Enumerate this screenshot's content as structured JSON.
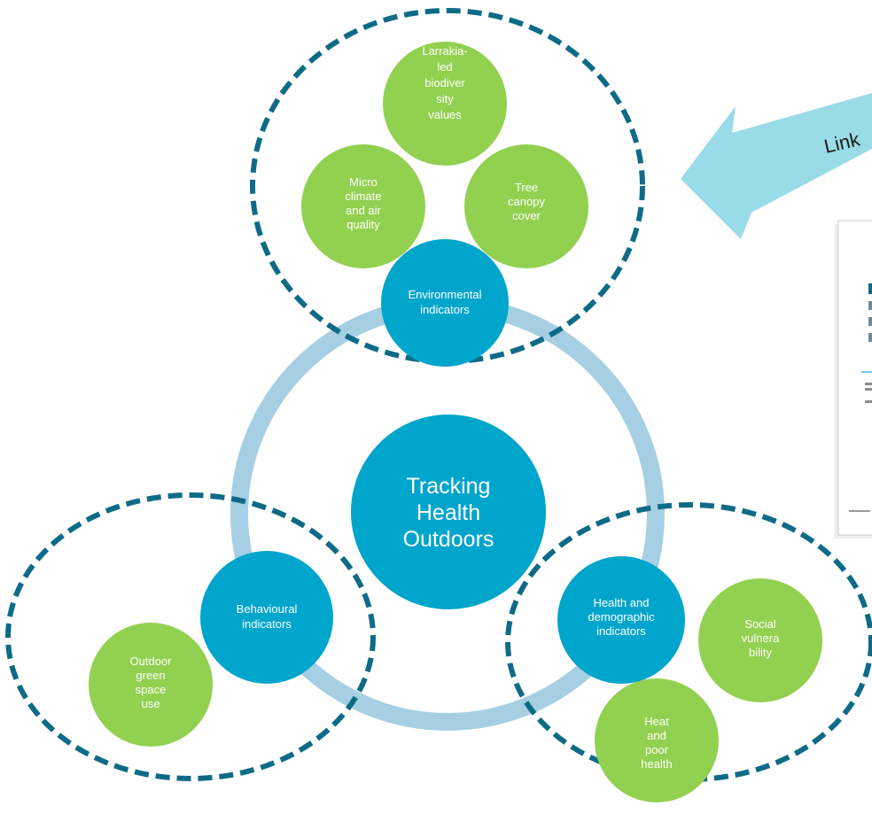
{
  "center": {
    "label_lines": [
      "Tracking",
      "Health",
      "Outdoors"
    ]
  },
  "hubs": {
    "environmental": {
      "label_lines": [
        "Environmental",
        "indicators"
      ]
    },
    "behavioural": {
      "label_lines": [
        "Behavioural",
        "indicators"
      ]
    },
    "health": {
      "label_lines": [
        "Health and",
        "demographic",
        "indicators"
      ]
    }
  },
  "leaves": {
    "larrakia": {
      "label_lines": [
        "Larrakia-",
        "led",
        "biodiver",
        "sity",
        "values"
      ]
    },
    "microclimate": {
      "label_lines": [
        "Micro",
        "climate",
        "and air",
        "quality"
      ]
    },
    "tree_canopy": {
      "label_lines": [
        "Tree",
        "canopy",
        "cover"
      ]
    },
    "outdoor_green": {
      "label_lines": [
        "Outdoor",
        "green",
        "space",
        "use"
      ]
    },
    "social": {
      "label_lines": [
        "Social",
        "vulnera",
        "bility"
      ]
    },
    "heat": {
      "label_lines": [
        "Heat",
        "and",
        "poor",
        "health"
      ]
    }
  },
  "arrow": {
    "label": "Link"
  },
  "colors": {
    "teal": "#00a5cc",
    "green": "#92d050",
    "ring": "#a6cfe3",
    "dashed": "#0e6b87",
    "arrow": "#9adbe8"
  }
}
